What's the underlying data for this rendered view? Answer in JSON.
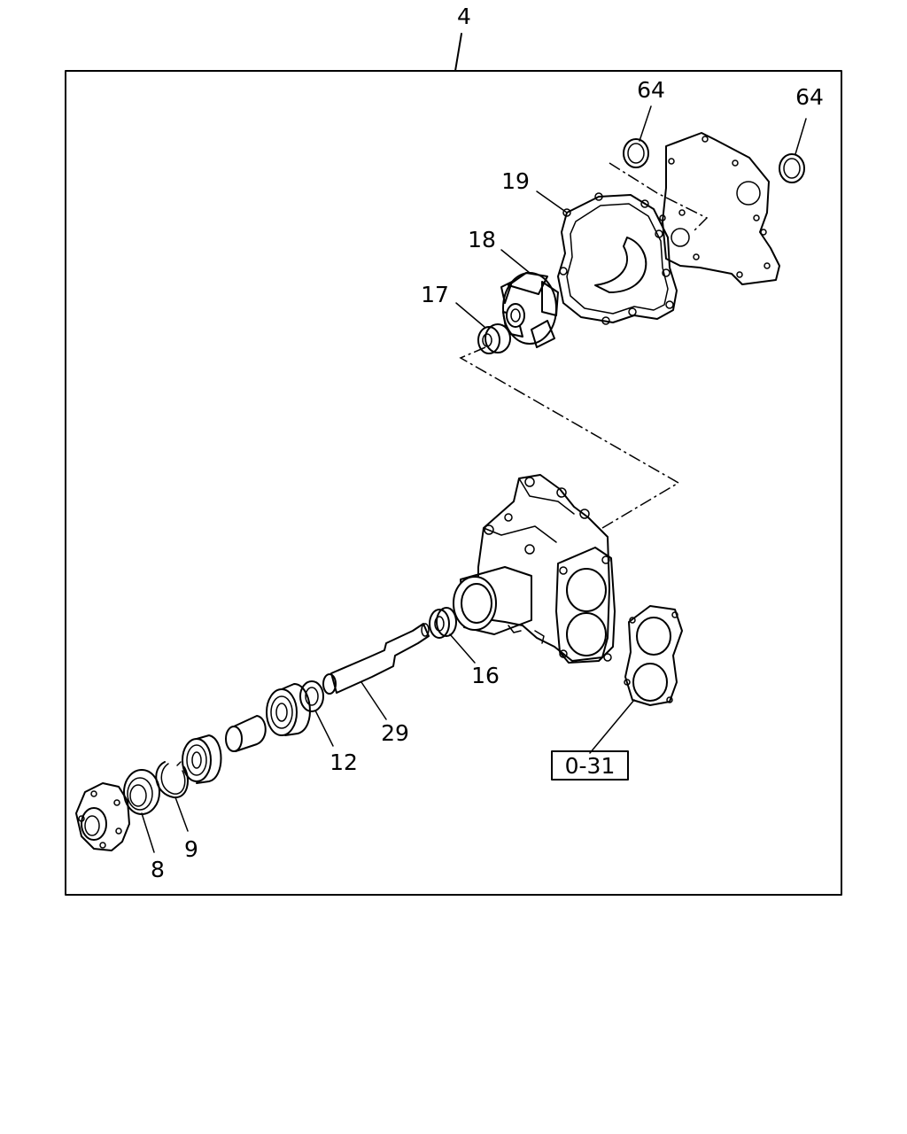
{
  "labels": {
    "assembly": "4",
    "o_ring_left": "64",
    "o_ring_right": "64",
    "gasket": "19",
    "impeller": "18",
    "seal": "17",
    "bearing_inner": "16",
    "shaft": "29",
    "washer": "12",
    "snap_ring": "9",
    "oil_seal": "8",
    "reference": "0-31"
  },
  "colors": {
    "line": "#000000",
    "background": "#ffffff"
  }
}
